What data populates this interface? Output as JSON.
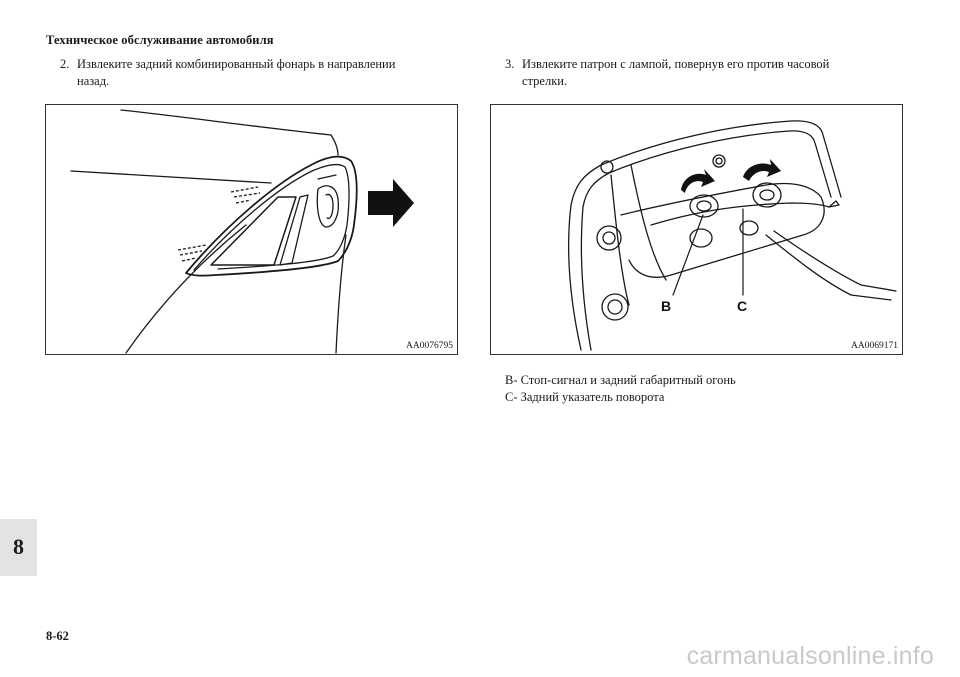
{
  "header": {
    "title": "Техническое обслуживание автомобиля"
  },
  "steps": [
    {
      "number": "2.",
      "line1": "Извлеките задний комбинированный фонарь в направлении",
      "line2": "назад."
    },
    {
      "number": "3.",
      "line1": "Извлеките патрон с лампой, повернув его против часовой",
      "line2": "стрелки."
    }
  ],
  "figures": [
    {
      "code": "AA0076795"
    },
    {
      "code": "AA0069171",
      "callouts": {
        "b": "B",
        "c": "C"
      }
    }
  ],
  "legend": [
    {
      "key": "B-",
      "text": "Стоп-сигнал и задний габаритный огонь"
    },
    {
      "key": "C-",
      "text": "Задний указатель поворота"
    }
  ],
  "chapter_tab": "8",
  "page_number": "8-62",
  "watermark": "carmanualsonline.info"
}
